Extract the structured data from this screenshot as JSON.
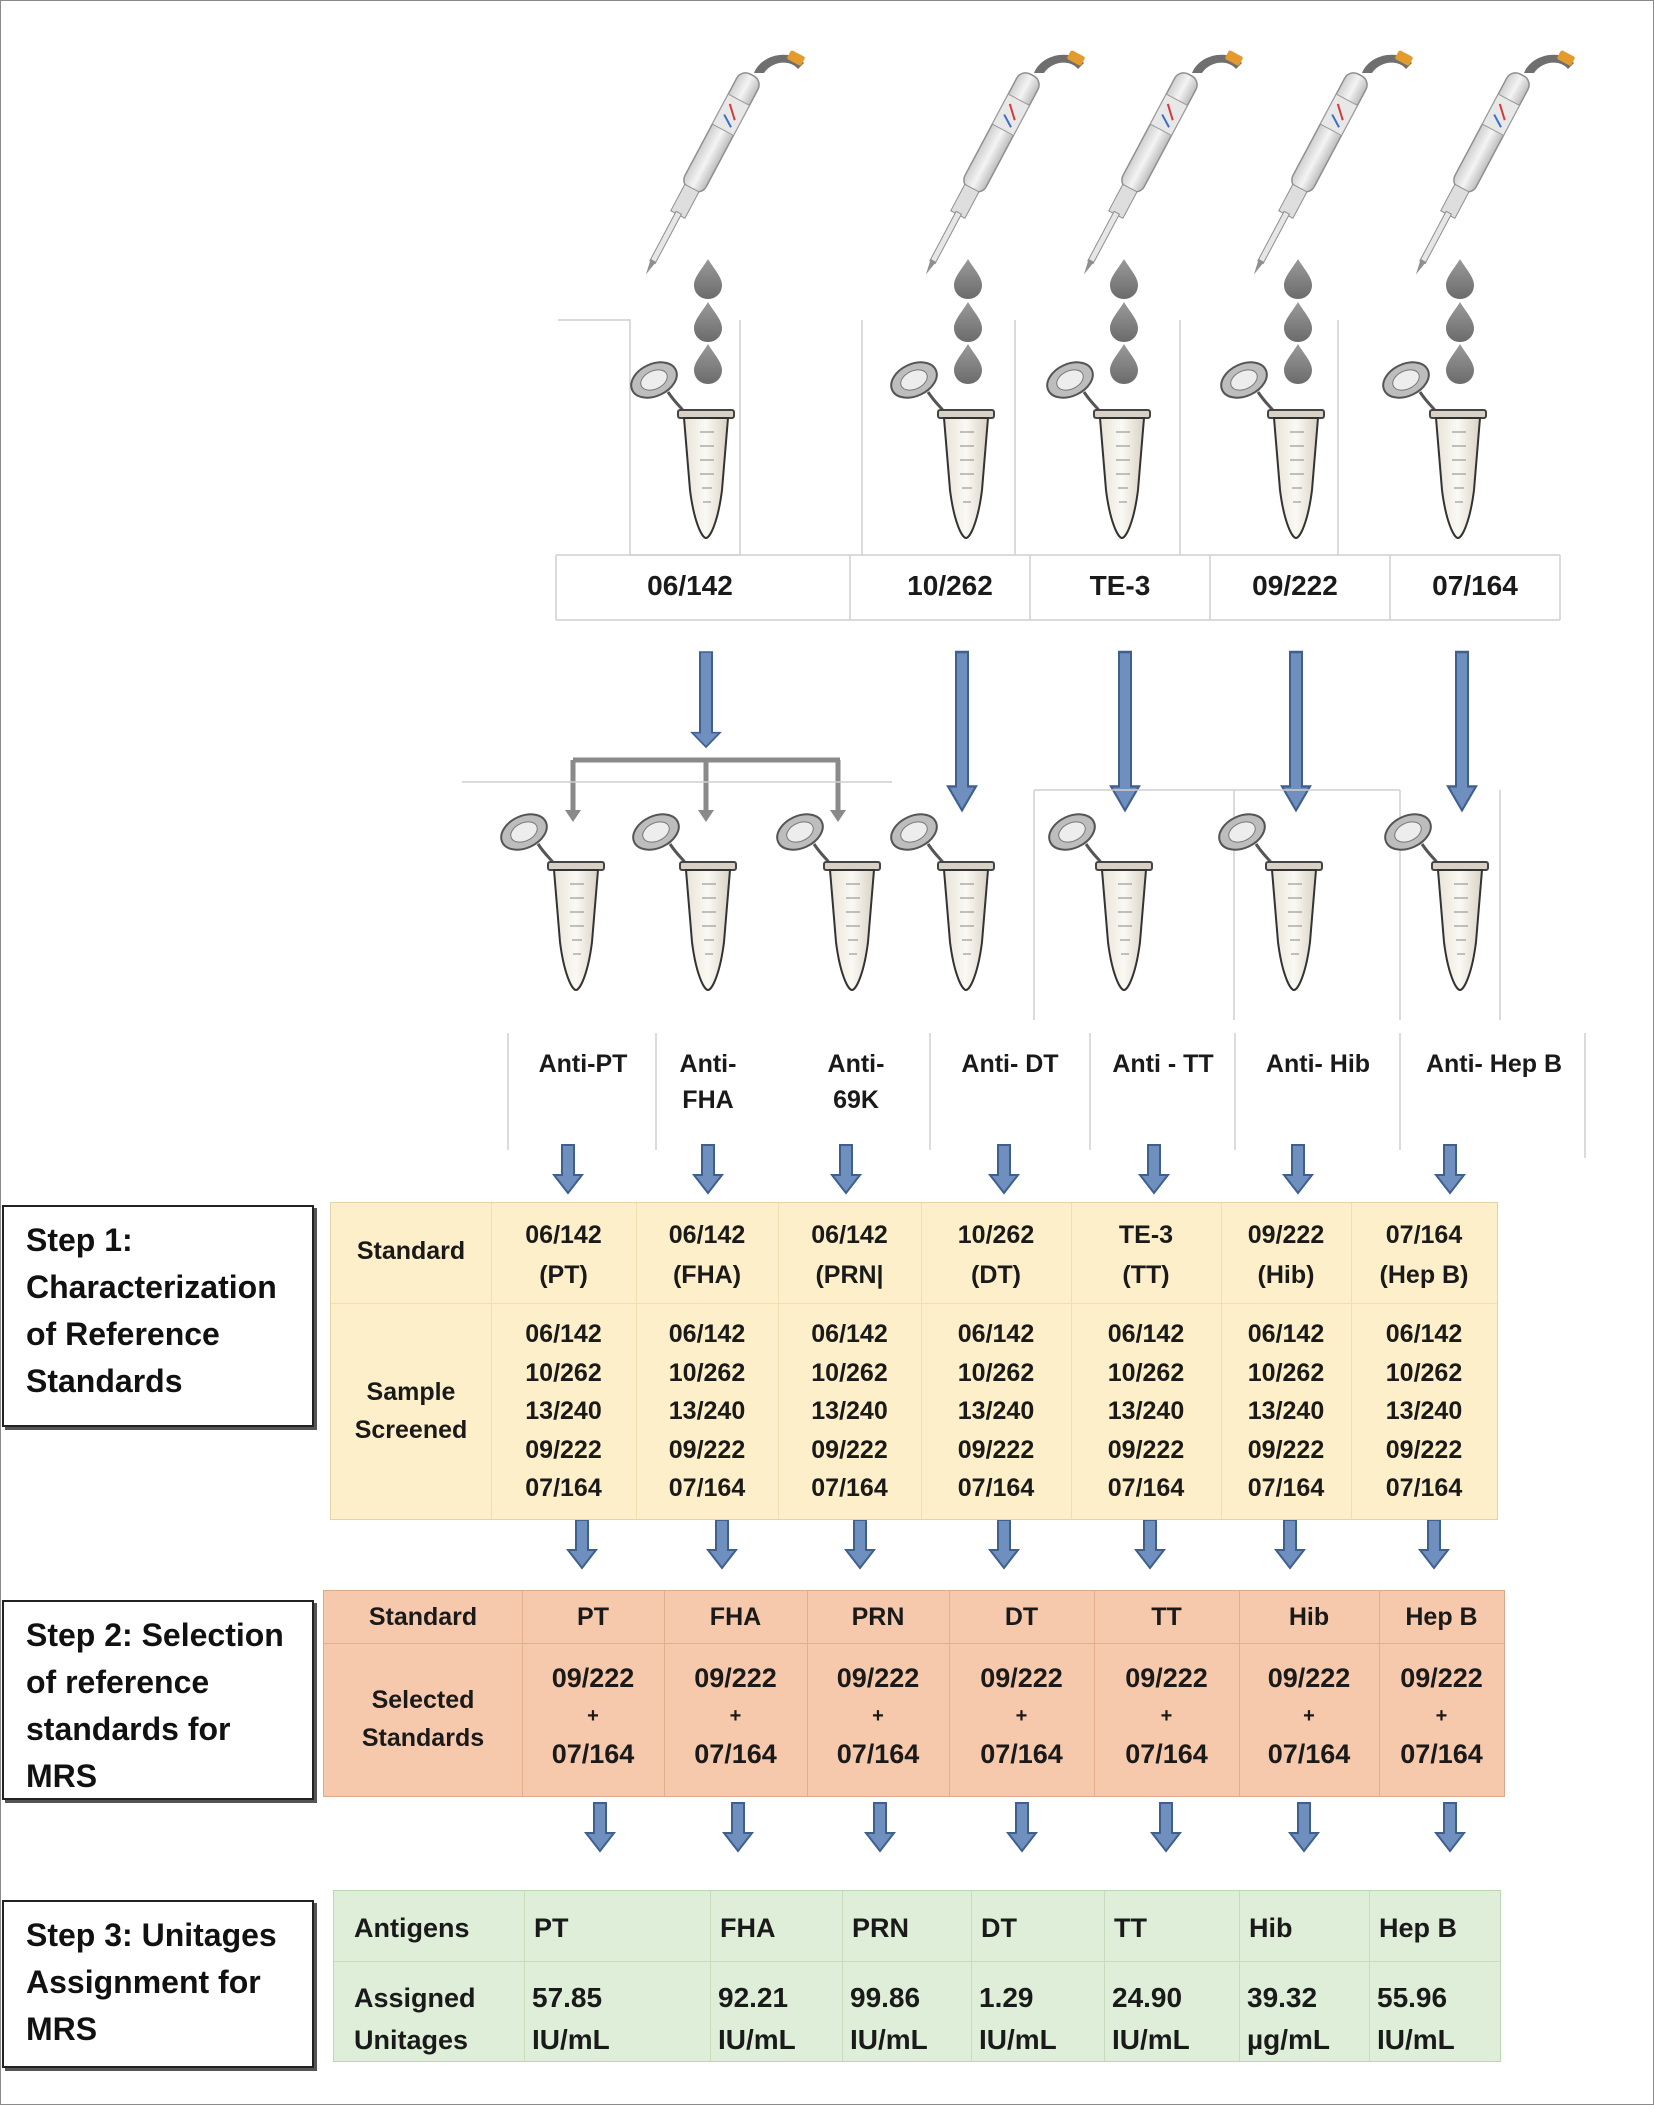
{
  "colors": {
    "step1_panel": "#fdefc9",
    "step2_panel": "#f6c9ad",
    "step3_panel": "#dfeed8",
    "arrow_fill": "#6f8fbf",
    "arrow_stroke": "#3f5f8f",
    "branch_line": "#8a8a8a"
  },
  "icons": [
    "pipette-icon",
    "droplet-icon",
    "tube-icon"
  ],
  "source_labels": [
    "06/142",
    "10/262",
    "TE-3",
    "09/222",
    "07/164"
  ],
  "antibody_labels": [
    {
      "line1": "Anti-PT",
      "line2": ""
    },
    {
      "line1": "Anti-",
      "line2": "FHA"
    },
    {
      "line1": "Anti-",
      "line2": "69K"
    },
    {
      "line1": "Anti- DT",
      "line2": ""
    },
    {
      "line1": "Anti - TT",
      "line2": ""
    },
    {
      "line1": "Anti- Hib",
      "line2": ""
    },
    {
      "line1": "Anti- Hep B",
      "line2": ""
    }
  ],
  "step1": {
    "title_lines": [
      "Step 1:",
      "Characterization",
      "of Reference",
      "Standards"
    ],
    "standard_label": "Standard",
    "sample_label_lines": [
      "Sample",
      "Screened"
    ],
    "standards": [
      {
        "line1": "06/142",
        "line2": "(PT)"
      },
      {
        "line1": "06/142",
        "line2": "(FHA)"
      },
      {
        "line1": "06/142",
        "line2": "(PRN|"
      },
      {
        "line1": "10/262",
        "line2": "(DT)"
      },
      {
        "line1": "TE-3",
        "line2": "(TT)"
      },
      {
        "line1": "09/222",
        "line2": "(Hib)"
      },
      {
        "line1": "07/164",
        "line2": "(Hep B)"
      }
    ],
    "samples_screened": [
      "06/142",
      "10/262",
      "13/240",
      "09/222",
      "07/164"
    ]
  },
  "step2": {
    "title_lines": [
      "Step 2: Selection",
      "of reference",
      "standards for",
      "MRS"
    ],
    "standard_label": "Standard",
    "selected_label_lines": [
      "Selected",
      "Standards"
    ],
    "standards": [
      "PT",
      "FHA",
      "PRN",
      "DT",
      "TT",
      "Hib",
      "Hep B"
    ],
    "selected": {
      "line1": "09/222",
      "line2": "+",
      "line3": "07/164"
    }
  },
  "step3": {
    "title_lines": [
      "Step 3: Unitages",
      "Assignment for",
      "MRS"
    ],
    "antigens_label": "Antigens",
    "assigned_label_lines": [
      "Assigned",
      "Unitages"
    ],
    "antigens": [
      "PT",
      "FHA",
      "PRN",
      "DT",
      "TT",
      "Hib",
      "Hep B"
    ],
    "unitages": [
      {
        "value": "57.85",
        "unit": "IU/mL"
      },
      {
        "value": "92.21",
        "unit": "IU/mL"
      },
      {
        "value": "99.86",
        "unit": "IU/mL"
      },
      {
        "value": "1.29",
        "unit": "IU/mL"
      },
      {
        "value": "24.90",
        "unit": "IU/mL"
      },
      {
        "value": "39.32",
        "unit": "µg/mL"
      },
      {
        "value": "55.96",
        "unit": "IU/mL"
      }
    ]
  }
}
